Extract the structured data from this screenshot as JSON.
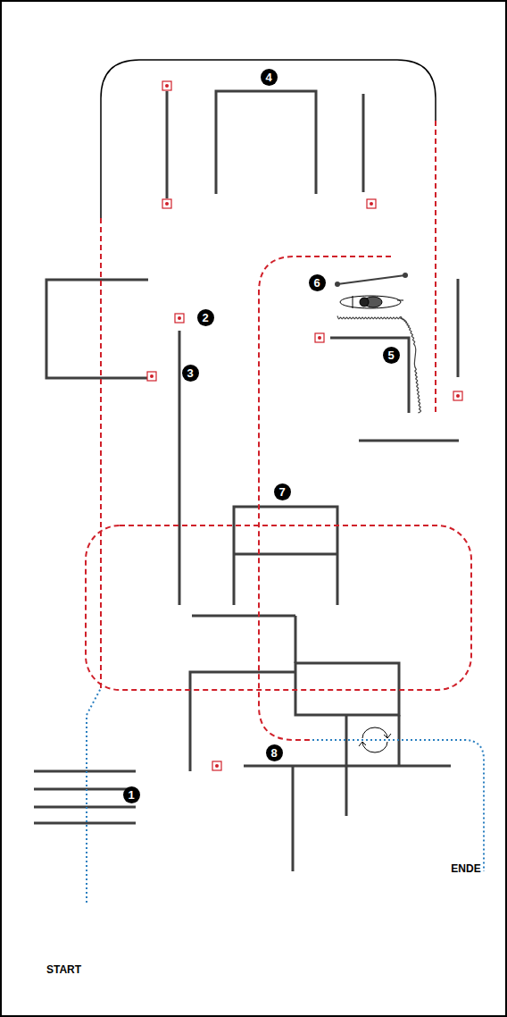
{
  "diagram": {
    "labels": [
      "1",
      "2",
      "3",
      "4",
      "5",
      "6",
      "7",
      "8",
      "START",
      "ENDE"
    ]
  }
}
